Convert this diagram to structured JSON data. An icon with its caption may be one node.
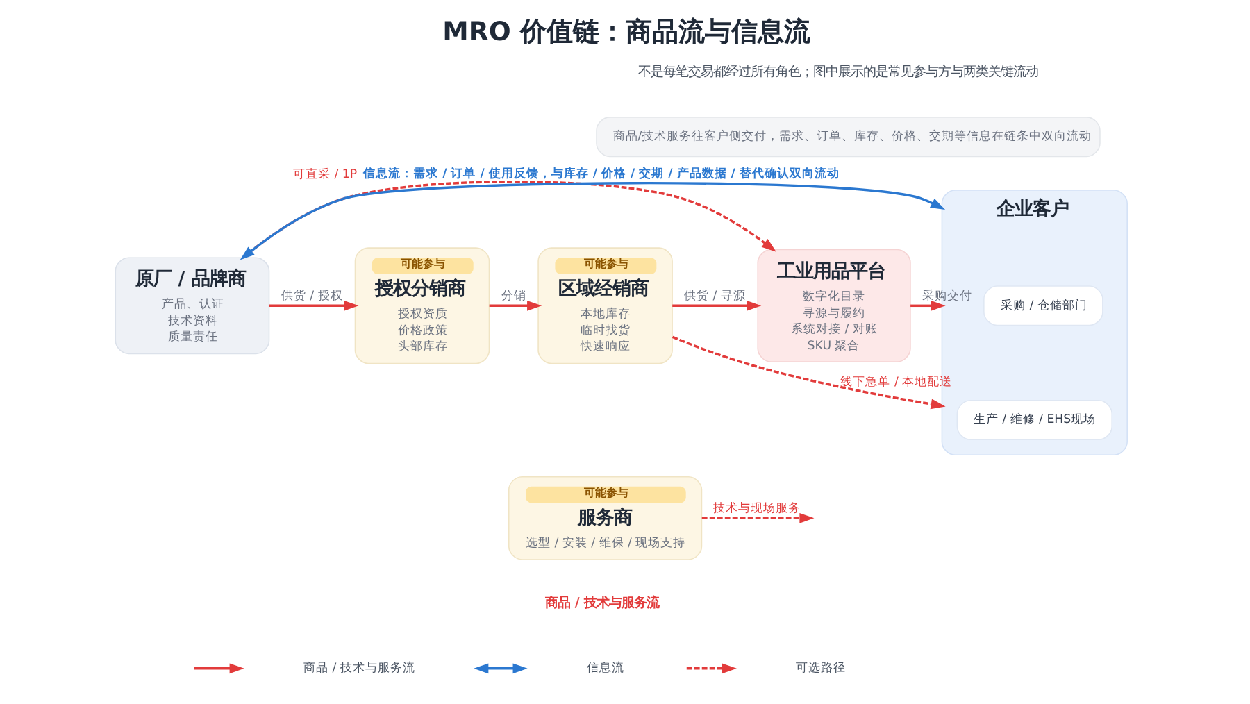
{
  "diagram": {
    "title": "MRO 价值链：商品流与信息流",
    "nodes": [
      {
        "text": [
          "商品/技术服务往客户侧交付，需求、订单、库存、价格、交期等信息在链条中双向流动"
        ]
      },
      {
        "text": [
          "原厂 / 品牌商",
          "产品、认证",
          "技术资料",
          "质量责任"
        ]
      },
      {
        "text": [
          "可能参与",
          "授权分销商",
          "授权资质",
          "价格政策",
          "头部库存"
        ]
      },
      {
        "text": [
          "可能参与",
          "区域经销商",
          "本地库存",
          "临时找货",
          "快速响应"
        ]
      },
      {
        "text": [
          "工业用品平台",
          "数字化目录",
          "寻源与履约",
          "系统对接 / 对账",
          "SKU 聚合"
        ]
      },
      {
        "text": [
          "企业客户"
        ]
      },
      {
        "text": [
          "采购 / 仓储部门"
        ],
        "in": 5
      },
      {
        "text": [
          "生产 / 维修 / EHS现场"
        ],
        "in": 5
      },
      {
        "text": [
          "可能参与",
          "服务商",
          "选型 / 安装 / 维保 / 现场支持"
        ]
      }
    ],
    "edges": [
      {
        "from": 1,
        "to": 5,
        "arrow": "both",
        "label": "信息流：需求 / 订单 / 使用反馈，与库存 / 价格 / 交期 / 产品数据 / 替代确认双向流动",
        "color": "#2b78d0"
      },
      {
        "from": 1,
        "to": 4,
        "arrow": "to",
        "label": "可直采 / 1P",
        "style": "dashed"
      },
      {
        "from": 1,
        "to": 2,
        "arrow": "to",
        "label": "供货 / 授权"
      },
      {
        "from": 2,
        "to": 3,
        "arrow": "to",
        "label": "分销"
      },
      {
        "from": 3,
        "to": 4,
        "arrow": "to",
        "label": "供货 / 寻源"
      },
      {
        "from": 4,
        "to": 5,
        "arrow": "to",
        "label": "采购交付"
      },
      {
        "from": 3,
        "to": 5,
        "arrow": "to",
        "label": "线下急单 / 本地配送",
        "style": "dashed"
      },
      {
        "from": 8,
        "to": null,
        "arrow": "to",
        "label": "技术与现场服务",
        "style": "dashed"
      }
    ],
    "labels": [
      "不是每笔交易都经过所有角色；图中展示的是常见参与方与两类关键流动",
      "商品 / 技术与服务流"
    ],
    "legend": [
      {
        "text": "商品 / 技术与服务流"
      },
      {
        "text": "信息流"
      },
      {
        "text": "可选路径"
      }
    ]
  }
}
